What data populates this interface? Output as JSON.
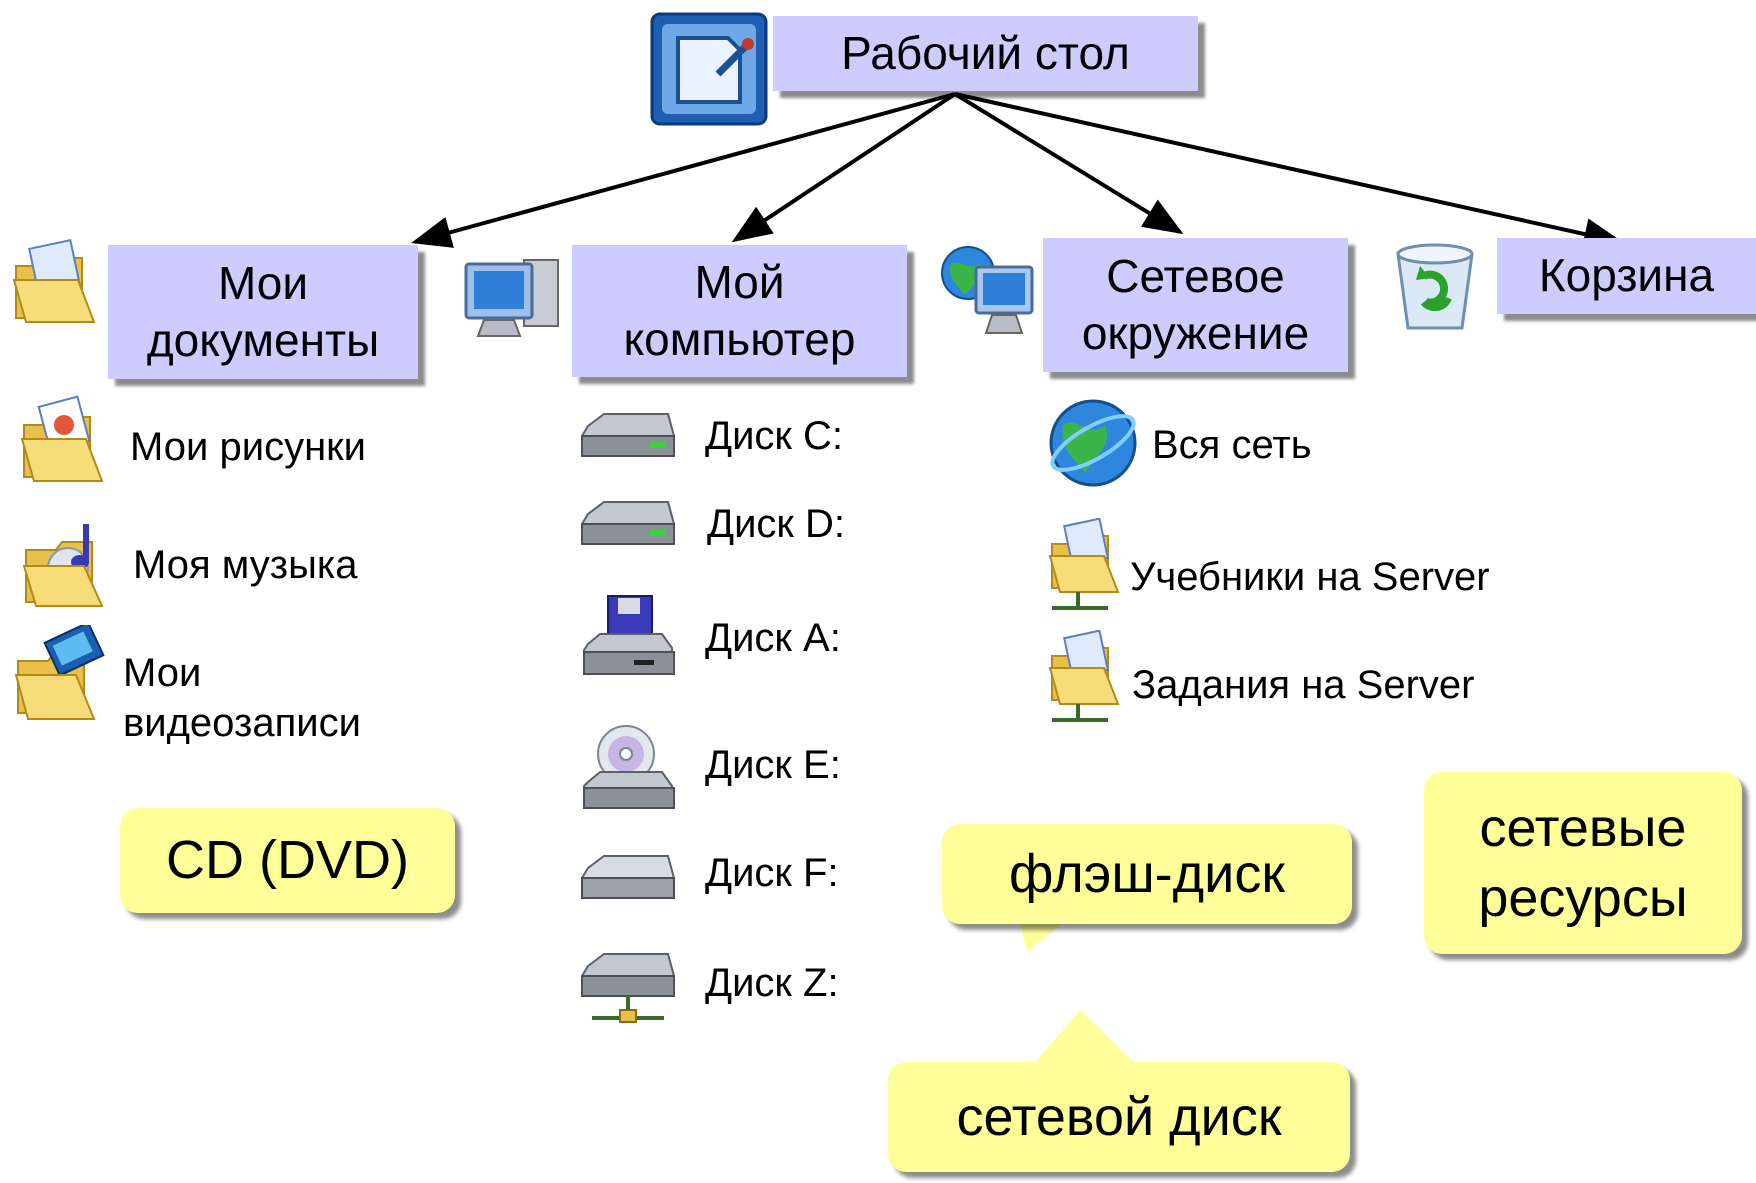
{
  "root": {
    "label": "Рабочий стол",
    "icon": "desktop-icon"
  },
  "categories": [
    {
      "label": "Мои документы",
      "icon": "my-documents-folder-icon"
    },
    {
      "label": "Мой компьютер",
      "icon": "computer-icon"
    },
    {
      "label": "Сетевое окружение",
      "icon": "network-places-icon"
    },
    {
      "label": "Корзина",
      "icon": "recycle-bin-icon"
    }
  ],
  "documents_items": [
    {
      "label": "Мои рисунки",
      "icon": "pictures-folder-icon"
    },
    {
      "label": "Моя музыка",
      "icon": "music-folder-icon"
    },
    {
      "label": "Мои видеозаписи",
      "icon": "videos-folder-icon"
    }
  ],
  "computer_items": [
    {
      "label": "Диск C:",
      "icon": "hard-disk-icon"
    },
    {
      "label": "Диск D:",
      "icon": "hard-disk-icon"
    },
    {
      "label": "Диск A:",
      "icon": "floppy-drive-icon"
    },
    {
      "label": "Диск E:",
      "icon": "cd-drive-icon"
    },
    {
      "label": "Диск F:",
      "icon": "removable-disk-icon"
    },
    {
      "label": "Диск Z:",
      "icon": "network-drive-icon"
    }
  ],
  "network_items": [
    {
      "label": "Вся сеть",
      "icon": "globe-icon"
    },
    {
      "label": "Учебники на Server",
      "icon": "shared-folder-icon"
    },
    {
      "label": "Задания на Server",
      "icon": "shared-folder-icon"
    }
  ],
  "callouts": {
    "cd": "CD (DVD)",
    "flash": "флэш-диск",
    "network_resources": "сетевые ресурсы",
    "network_disk": "сетевой диск"
  },
  "colors": {
    "node_fill": "#ccccff",
    "callout_fill": "#ffff99",
    "arrow": "#000000"
  }
}
